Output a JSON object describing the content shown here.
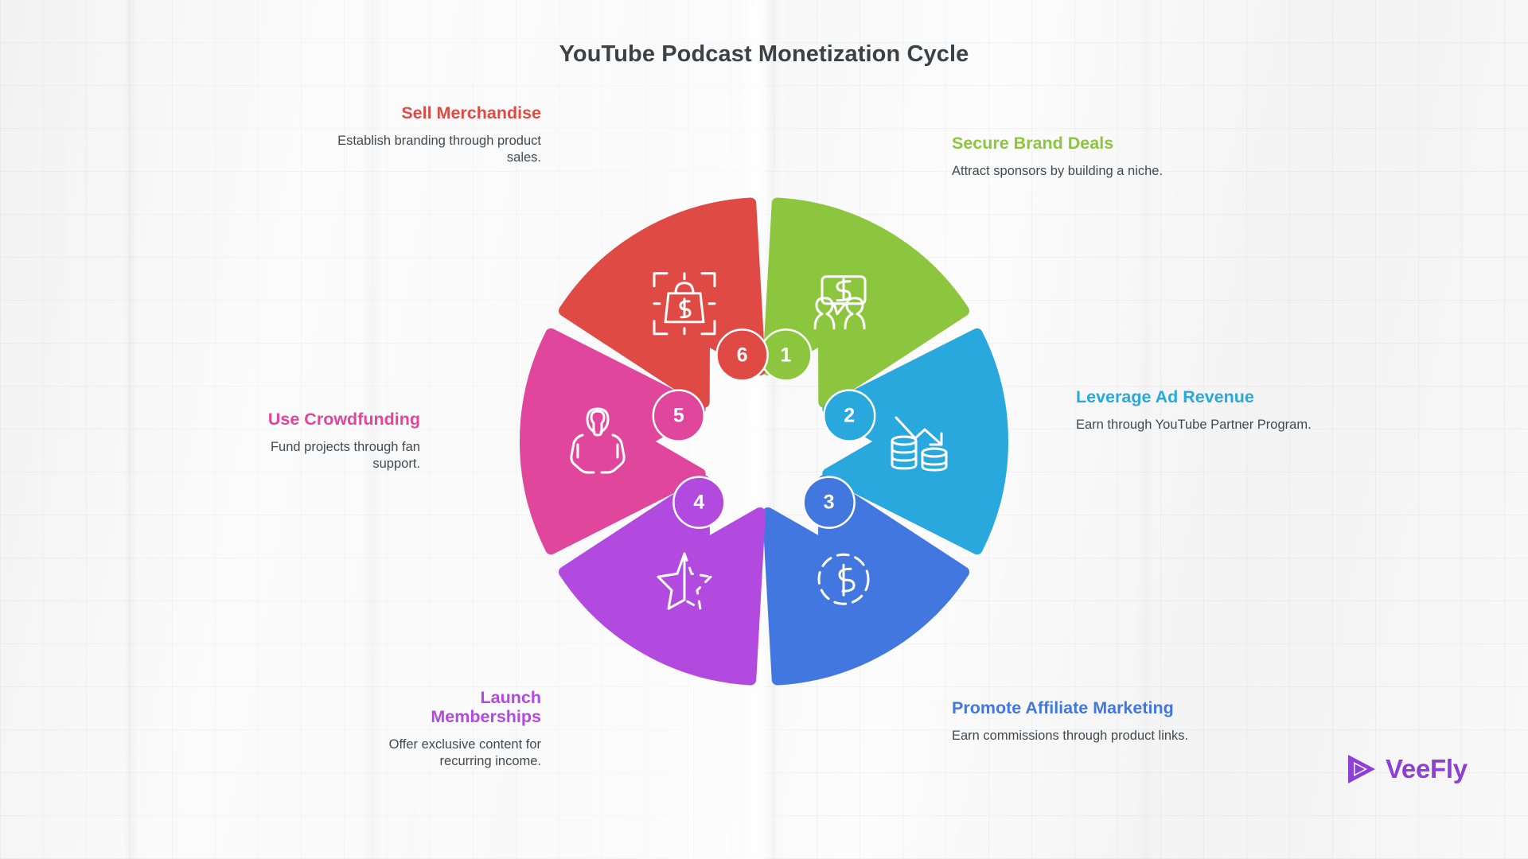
{
  "title": "YouTube Podcast Monetization Cycle",
  "brand": {
    "name": "VeeFly",
    "logo_icon": "play-triangle-icon",
    "color": "#8d3fd6"
  },
  "wheel": {
    "type": "cycle-diagram",
    "segment_count": 6,
    "direction": "clockwise",
    "segments": [
      {
        "number": "1",
        "heading": "Secure Brand Deals",
        "description": "Attract sponsors by building a niche.",
        "color": "#8cc63e",
        "icon": "sponsorship-chat-people-icon",
        "side": "right"
      },
      {
        "number": "2",
        "heading": "Leverage Ad Revenue",
        "description": "Earn through YouTube Partner Program.",
        "color": "#29a8dd",
        "icon": "coins-chart-arrow-icon",
        "side": "right"
      },
      {
        "number": "3",
        "heading": "Promote Affiliate Marketing",
        "description": "Earn commissions through product links.",
        "color": "#4277e0",
        "icon": "dashed-dollar-coin-icon",
        "side": "right"
      },
      {
        "number": "4",
        "heading": "Launch Memberships",
        "description": "Offer exclusive content for recurring income.",
        "color": "#b34ae0",
        "icon": "half-dashed-star-icon",
        "side": "left"
      },
      {
        "number": "5",
        "heading": "Use Crowdfunding",
        "description": "Fund projects through fan support.",
        "color": "#e0469c",
        "icon": "hands-supporting-person-icon",
        "side": "left"
      },
      {
        "number": "6",
        "heading": "Sell Merchandise",
        "description": "Establish branding through product sales.",
        "color": "#e04a45",
        "icon": "scan-shopping-bag-dollar-icon",
        "side": "left"
      }
    ]
  }
}
